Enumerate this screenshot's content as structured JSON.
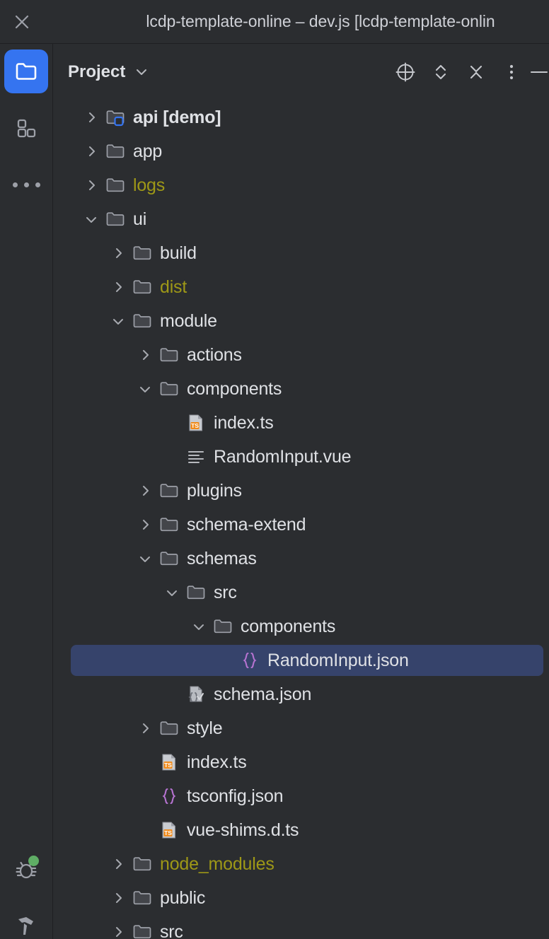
{
  "window": {
    "title": "lcdp-template-online – dev.js [lcdp-template-onlin",
    "close_label": "close-window"
  },
  "rail": {
    "items": [
      {
        "name": "project-tool-window",
        "icon": "folder-icon",
        "active": true
      },
      {
        "name": "commit-tool-window",
        "icon": "grid-squares-icon",
        "active": false
      },
      {
        "name": "more-tool-windows",
        "icon": "ellipsis-icon",
        "active": false
      }
    ],
    "bottom_items": [
      {
        "name": "debug-tool-window",
        "icon": "bug-icon",
        "badge": true
      },
      {
        "name": "build-tool-window",
        "icon": "hammer-icon",
        "badge": false
      }
    ]
  },
  "panel": {
    "title": "Project",
    "actions": [
      {
        "name": "select-opened-file-button",
        "icon": "crosshair-target-icon"
      },
      {
        "name": "expand-collapse-button",
        "icon": "chevron-updown-icon"
      },
      {
        "name": "collapse-all-button",
        "icon": "collapse-arrows-icon"
      },
      {
        "name": "options-menu-button",
        "icon": "vertical-dots-icon"
      },
      {
        "name": "hide-panel-button",
        "icon": "minimize-dash-icon"
      }
    ]
  },
  "colors": {
    "background": "#2b2d30",
    "selection": "#36436b",
    "accent": "#3574f0",
    "excluded_text": "#9e9817",
    "text": "#dfe1e5",
    "json_icon": "#b673d1",
    "ts_icon": "#f08a1a",
    "debug_badge": "#5fad65"
  },
  "tree": {
    "rows": [
      {
        "label": "api [demo]",
        "icon": "module-folder-icon",
        "indent": 0,
        "state": "collapsed",
        "style": "bold",
        "selected": false
      },
      {
        "label": "app",
        "icon": "folder-icon",
        "indent": 0,
        "state": "collapsed",
        "style": "normal",
        "selected": false
      },
      {
        "label": "logs",
        "icon": "folder-icon",
        "indent": 0,
        "state": "collapsed",
        "style": "excluded",
        "selected": false
      },
      {
        "label": "ui",
        "icon": "folder-icon",
        "indent": 0,
        "state": "expanded",
        "style": "normal",
        "selected": false
      },
      {
        "label": "build",
        "icon": "folder-icon",
        "indent": 1,
        "state": "collapsed",
        "style": "normal",
        "selected": false
      },
      {
        "label": "dist",
        "icon": "folder-icon",
        "indent": 1,
        "state": "collapsed",
        "style": "excluded",
        "selected": false
      },
      {
        "label": "module",
        "icon": "folder-icon",
        "indent": 1,
        "state": "expanded",
        "style": "normal",
        "selected": false
      },
      {
        "label": "actions",
        "icon": "folder-icon",
        "indent": 2,
        "state": "collapsed",
        "style": "normal",
        "selected": false
      },
      {
        "label": "components",
        "icon": "folder-icon",
        "indent": 2,
        "state": "expanded",
        "style": "normal",
        "selected": false
      },
      {
        "label": "index.ts",
        "icon": "typescript-file-icon",
        "indent": 3,
        "state": "leaf",
        "style": "normal",
        "selected": false
      },
      {
        "label": "RandomInput.vue",
        "icon": "text-lines-file-icon",
        "indent": 3,
        "state": "leaf",
        "style": "normal",
        "selected": false
      },
      {
        "label": "plugins",
        "icon": "folder-icon",
        "indent": 2,
        "state": "collapsed",
        "style": "normal",
        "selected": false
      },
      {
        "label": "schema-extend",
        "icon": "folder-icon",
        "indent": 2,
        "state": "collapsed",
        "style": "normal",
        "selected": false
      },
      {
        "label": "schemas",
        "icon": "folder-icon",
        "indent": 2,
        "state": "expanded",
        "style": "normal",
        "selected": false
      },
      {
        "label": "src",
        "icon": "folder-icon",
        "indent": 3,
        "state": "expanded",
        "style": "normal",
        "selected": false
      },
      {
        "label": "components",
        "icon": "folder-icon",
        "indent": 4,
        "state": "expanded",
        "style": "normal",
        "selected": false
      },
      {
        "label": "RandomInput.json",
        "icon": "json-file-icon",
        "indent": 5,
        "state": "leaf",
        "style": "normal",
        "selected": true
      },
      {
        "label": "schema.json",
        "icon": "json-schema-file-icon",
        "indent": 3,
        "state": "leaf",
        "style": "normal",
        "selected": false
      },
      {
        "label": "style",
        "icon": "folder-icon",
        "indent": 2,
        "state": "collapsed",
        "style": "normal",
        "selected": false
      },
      {
        "label": "index.ts",
        "icon": "typescript-file-icon",
        "indent": 2,
        "state": "leaf",
        "style": "normal",
        "selected": false
      },
      {
        "label": "tsconfig.json",
        "icon": "json-file-icon",
        "indent": 2,
        "state": "leaf",
        "style": "normal",
        "selected": false
      },
      {
        "label": "vue-shims.d.ts",
        "icon": "typescript-file-icon",
        "indent": 2,
        "state": "leaf",
        "style": "normal",
        "selected": false
      },
      {
        "label": "node_modules",
        "icon": "folder-icon",
        "indent": 1,
        "state": "collapsed",
        "style": "excluded",
        "selected": false
      },
      {
        "label": "public",
        "icon": "folder-icon",
        "indent": 1,
        "state": "collapsed",
        "style": "normal",
        "selected": false
      },
      {
        "label": "src",
        "icon": "folder-icon",
        "indent": 1,
        "state": "collapsed",
        "style": "normal",
        "selected": false
      }
    ]
  }
}
